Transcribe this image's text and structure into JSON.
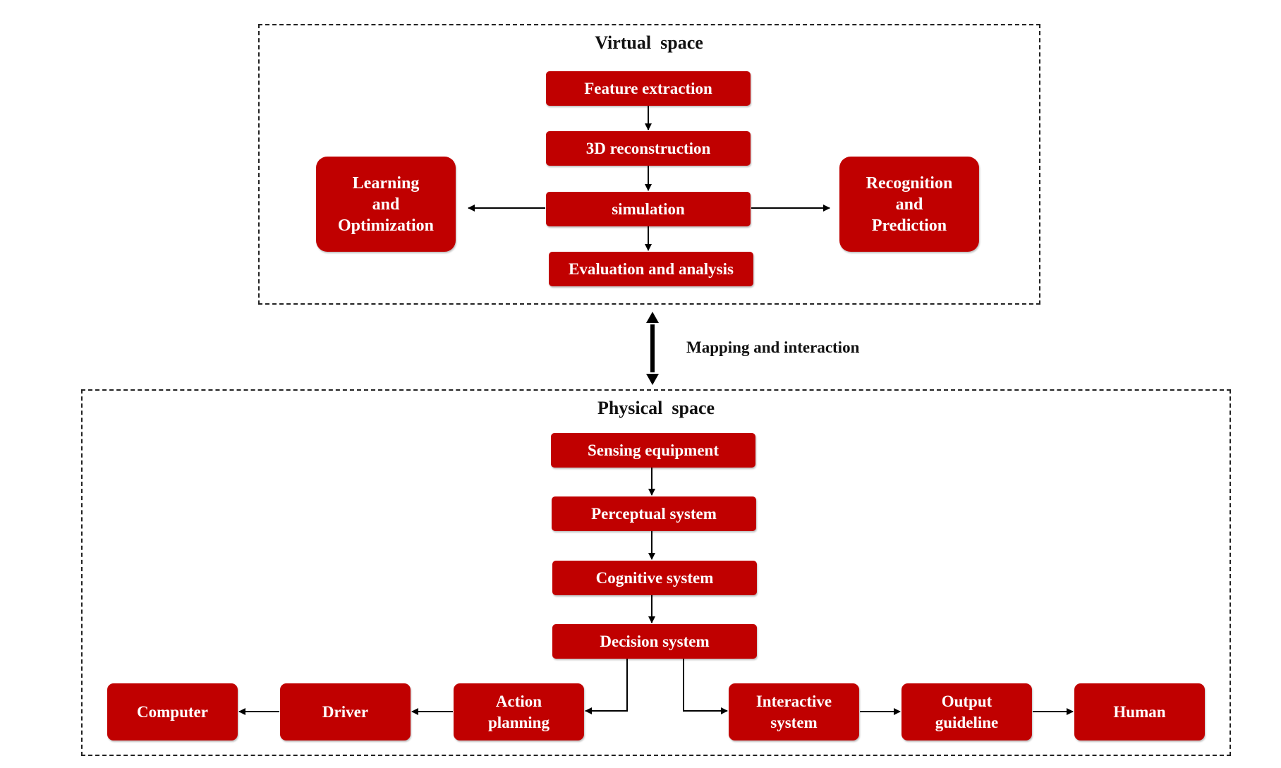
{
  "virtual_space": {
    "title": "Virtual  space",
    "feature_extraction": "Feature extraction",
    "reconstruction": "3D reconstruction",
    "simulation": "simulation",
    "evaluation": "Evaluation and analysis",
    "learning": "Learning\nand\nOptimization",
    "recognition": "Recognition\nand\nPrediction"
  },
  "mapping_label": "Mapping and interaction",
  "physical_space": {
    "title": "Physical  space",
    "sensing": "Sensing equipment",
    "perceptual": "Perceptual system",
    "cognitive": "Cognitive system",
    "decision": "Decision system",
    "action_planning": "Action\nplanning",
    "driver": "Driver",
    "computer": "Computer",
    "interactive": "Interactive\nsystem",
    "output_guideline": "Output\nguideline",
    "human": "Human"
  },
  "colors": {
    "box_fill": "#c00000",
    "box_text": "#ffffff",
    "line": "#000000"
  }
}
